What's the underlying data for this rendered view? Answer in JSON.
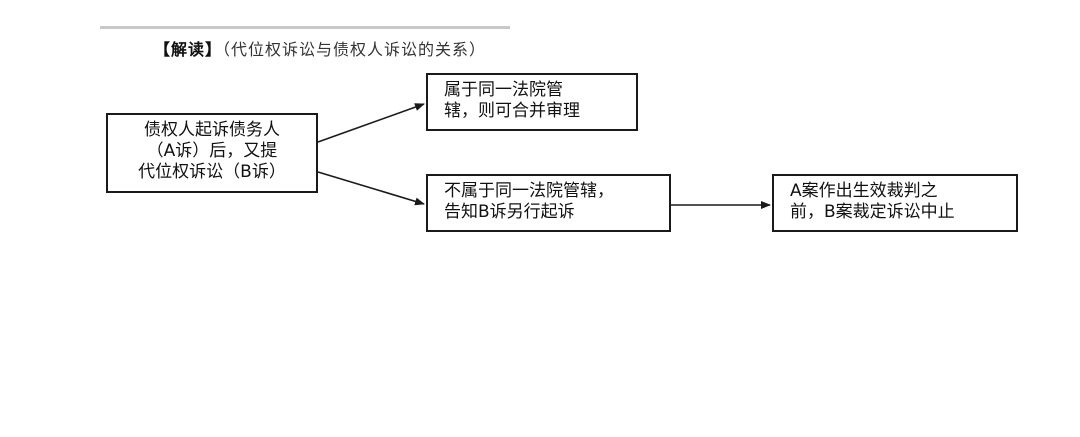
{
  "header": {
    "tag": "【解读】",
    "desc": "（代位权诉讼与债权人诉讼的关系）"
  },
  "nodes": {
    "start": {
      "lines": [
        "债权人起诉债务人",
        "（A诉）后，又提",
        "代位权诉讼（B诉）"
      ]
    },
    "same_court": {
      "lines": [
        "属于同一法院管",
        "辖，则可合并审理"
      ]
    },
    "diff_court": {
      "lines": [
        "不属于同一法院管辖，",
        "告知B诉另行起诉"
      ]
    },
    "suspend": {
      "lines": [
        "A案作出生效裁判之",
        "前，B案裁定诉讼中止"
      ]
    }
  },
  "edges": [
    {
      "from": "start",
      "to": "same_court"
    },
    {
      "from": "start",
      "to": "diff_court"
    },
    {
      "from": "diff_court",
      "to": "suspend"
    }
  ]
}
